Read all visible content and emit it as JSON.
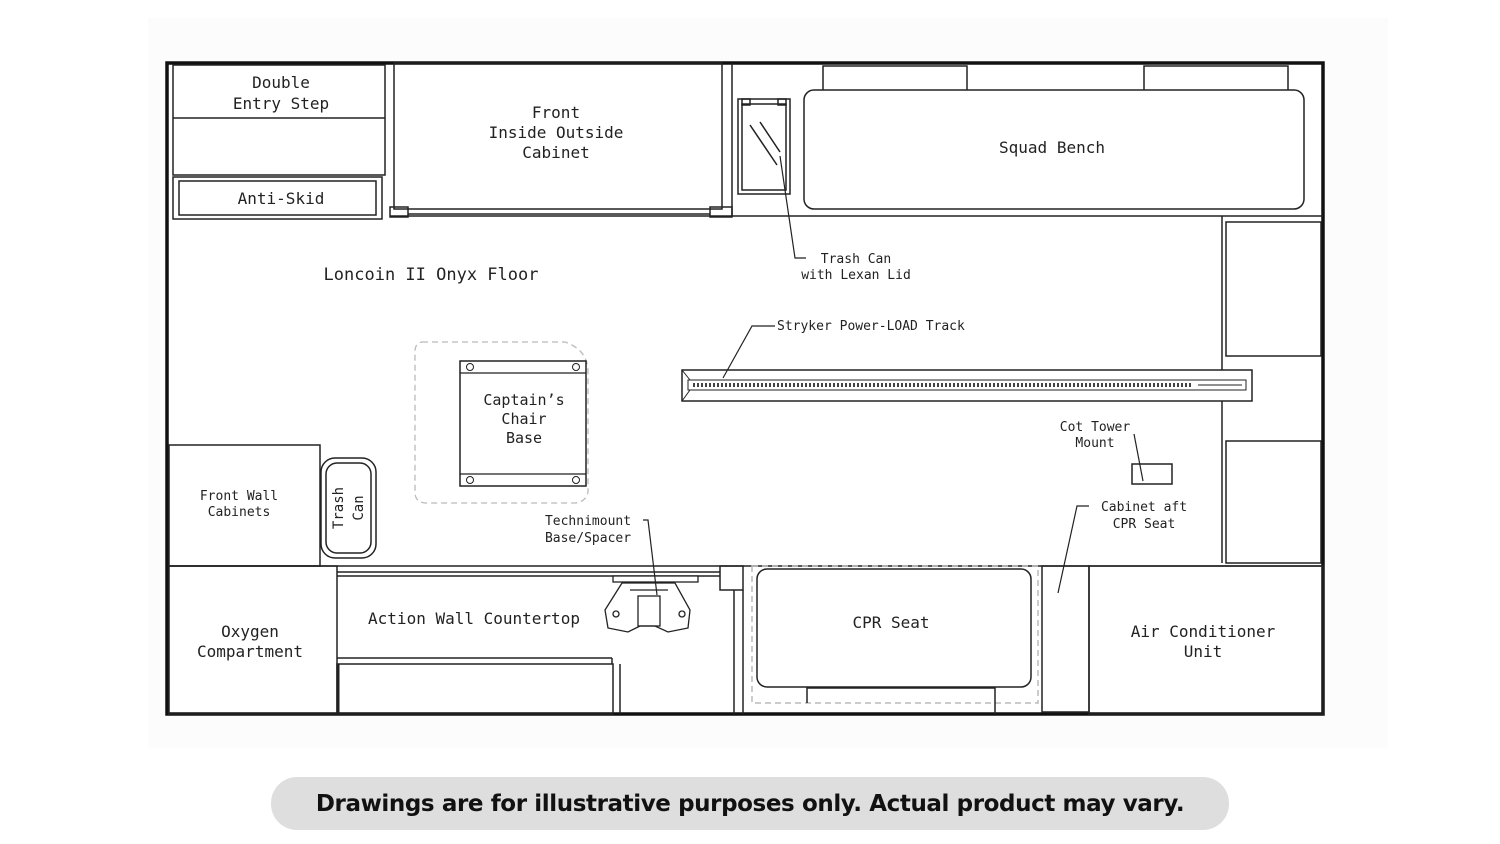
{
  "labels": {
    "double_entry_step": [
      "Double",
      "Entry Step"
    ],
    "front_cabinet": [
      "Front",
      "Inside Outside",
      "Cabinet"
    ],
    "squad_bench": "Squad Bench",
    "anti_skid": "Anti-Skid",
    "trash_can_lexan": [
      "Trash Can",
      "with Lexan Lid"
    ],
    "floor": "Loncoin II Onyx Floor",
    "power_load_track": "Stryker Power-LOAD Track",
    "captains_chair": [
      "Captain’s",
      "Chair",
      "Base"
    ],
    "cot_tower": [
      "Cot Tower",
      "Mount"
    ],
    "front_wall_cabinets": [
      "Front Wall",
      "Cabinets"
    ],
    "trash_can": [
      "Trash",
      "Can"
    ],
    "technimount": [
      "Technimount",
      "Base/Spacer"
    ],
    "cabinet_aft": [
      "Cabinet aft",
      "CPR Seat"
    ],
    "oxygen": [
      "Oxygen",
      "Compartment"
    ],
    "action_wall": "Action Wall Countertop",
    "cpr_seat": "CPR Seat",
    "air_conditioner": [
      "Air Conditioner",
      "Unit"
    ]
  },
  "disclaimer": "Drawings are for illustrative purposes only. Actual product may vary."
}
